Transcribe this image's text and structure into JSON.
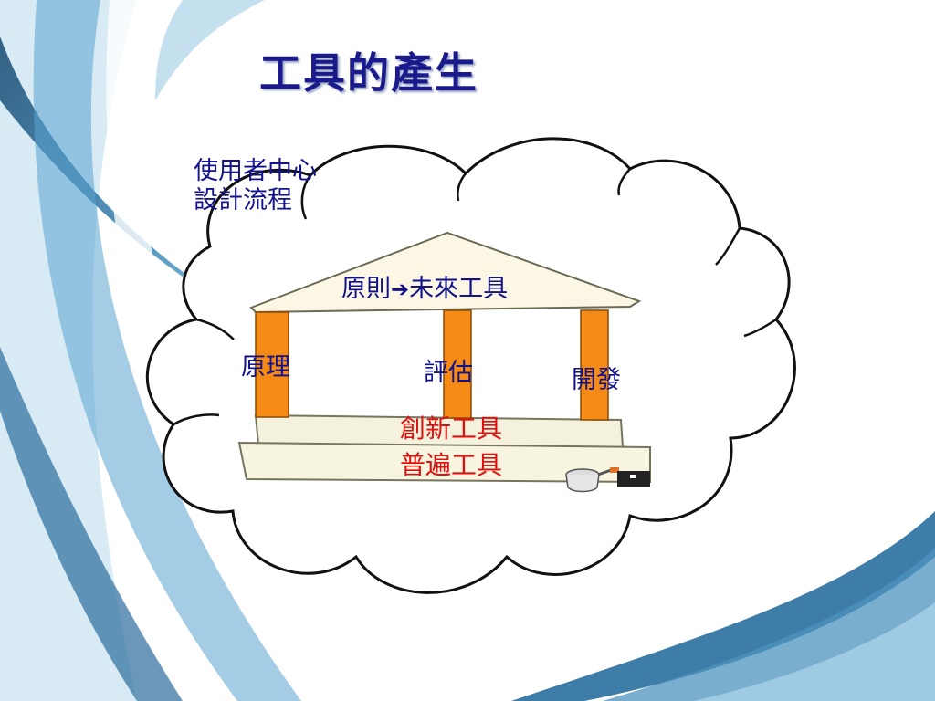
{
  "title": "工具的產生",
  "cloud_label": {
    "line1": "使用者中心",
    "line2": "設計流程"
  },
  "roof_label": {
    "left": "原則",
    "arrow": "➔",
    "right": "未來工具"
  },
  "pillar_labels": {
    "left": "原理",
    "middle": "評估",
    "right": "開發"
  },
  "base_labels": {
    "upper": "創新工具",
    "lower": "普遍工具"
  },
  "colors": {
    "title": "#1a1a8c",
    "label_blue": "#12128c",
    "label_red": "#e01010",
    "pillar": "#f58a14",
    "roof": "#fbf7e4",
    "background_stripe": "#2a6fa0"
  },
  "icons": {
    "pot": "cooking-pot-icon"
  }
}
